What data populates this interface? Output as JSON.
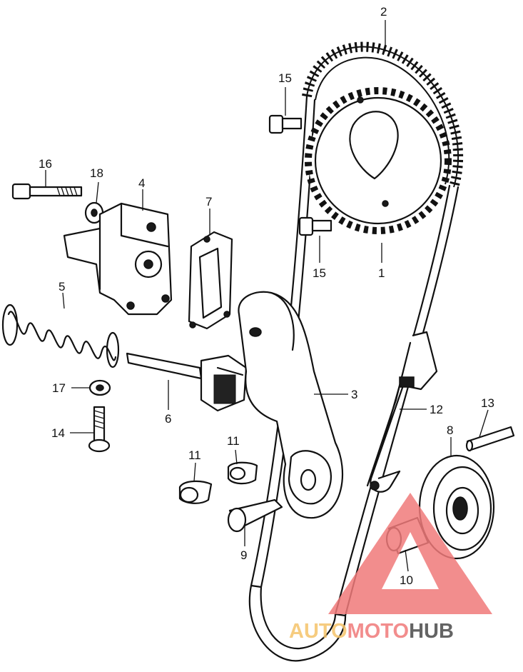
{
  "callouts": [
    {
      "id": "c1",
      "label": "1"
    },
    {
      "id": "c2",
      "label": "2"
    },
    {
      "id": "c3",
      "label": "3"
    },
    {
      "id": "c4",
      "label": "4"
    },
    {
      "id": "c5",
      "label": "5"
    },
    {
      "id": "c6",
      "label": "6"
    },
    {
      "id": "c7",
      "label": "7"
    },
    {
      "id": "c8",
      "label": "8"
    },
    {
      "id": "c9",
      "label": "9"
    },
    {
      "id": "c10",
      "label": "10"
    },
    {
      "id": "c11a",
      "label": "11"
    },
    {
      "id": "c11b",
      "label": "11"
    },
    {
      "id": "c12",
      "label": "12"
    },
    {
      "id": "c13",
      "label": "13"
    },
    {
      "id": "c14",
      "label": "14"
    },
    {
      "id": "c15a",
      "label": "15"
    },
    {
      "id": "c15b",
      "label": "15"
    },
    {
      "id": "c16",
      "label": "16"
    },
    {
      "id": "c17",
      "label": "17"
    },
    {
      "id": "c18",
      "label": "18"
    }
  ],
  "watermark": {
    "part1": "AUTO",
    "part2": "MOTO",
    "part3": "HUB",
    "color_auto": "#f5c46a",
    "color_moto": "#f07a7a",
    "color_hub": "#4a4a4a",
    "triangle_color": "#f07a7a"
  }
}
